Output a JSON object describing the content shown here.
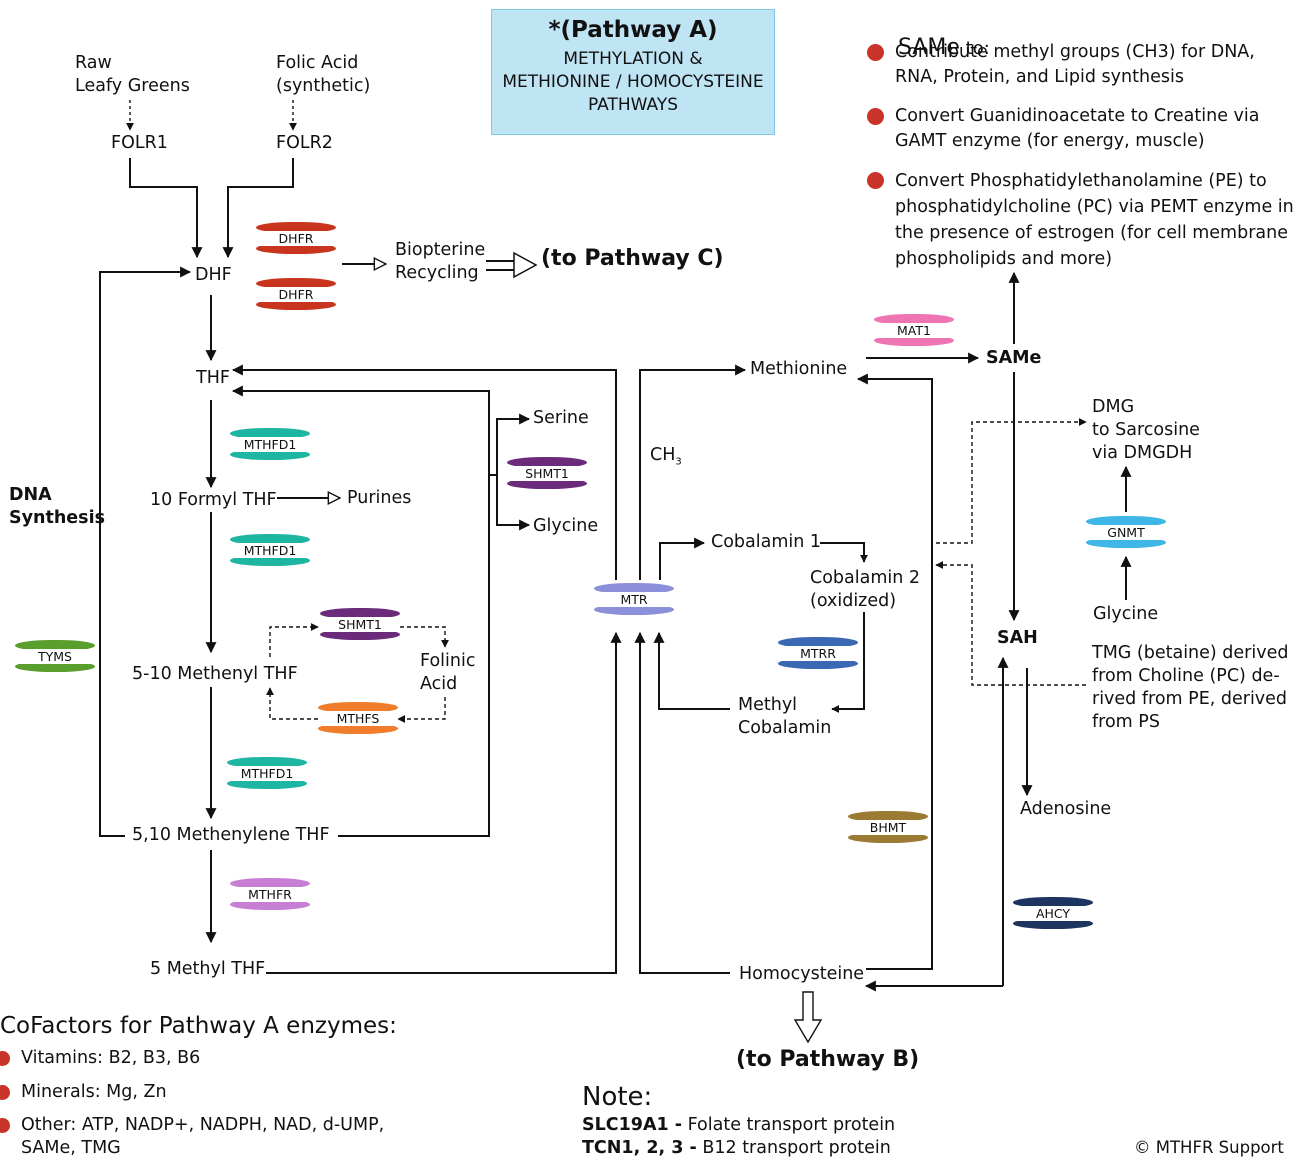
{
  "header": {
    "title": "*(Pathway A)",
    "subtitle": "METHYLATION &\nMETHIONINE / HOMOCYSTEINE\nPATHWAYS"
  },
  "same_box": {
    "title_main": "SAMe",
    "title_suffix": " to:",
    "items": [
      "Contribute methyl groups (CH3) for DNA,\nRNA, Protein, and Lipid synthesis",
      "Convert Guanidinoacetate to Creatine via\nGAMT enzyme (for energy, muscle)",
      "Convert Phosphatidylethanolamine (PE) to\nphosphatidylcholine (PC) via PEMT enzyme in\nthe presence of estrogen (for cell membrane\nphospholipids and more)"
    ]
  },
  "nodes": {
    "raw_greens": "Raw\nLeafy Greens",
    "folic_synth": "Folic Acid\n(synthetic)",
    "folr1": "FOLR1",
    "folr2": "FOLR2",
    "dhf": "DHF",
    "biopterine": "Biopterine\nRecycling",
    "to_pathway_c": "(to Pathway C)",
    "thf": "THF",
    "serine": "Serine",
    "glycine_left": "Glycine",
    "ch3": "CH",
    "ch3_sub": "3",
    "formyl": "10 Formyl THF",
    "purines": "Purines",
    "dna_synthesis": "DNA\nSynthesis",
    "methenyl": "5-10 Methenyl THF",
    "folinic": "Folinic\nAcid",
    "methylene": "5,10 Methenylene THF",
    "methyl_thf": "5 Methyl THF",
    "methionine": "Methionine",
    "same": "SAMe",
    "sah": "SAH",
    "adenosine": "Adenosine",
    "cobalamin1": "Cobalamin 1",
    "cobalamin2": "Cobalamin 2\n(oxidized)",
    "methylcobalamin": "Methyl\nCobalamin",
    "homocysteine": "Homocysteine",
    "to_pathway_b": "(to Pathway B)",
    "dmg": "DMG\nto Sarcosine\nvia DMGDH",
    "glycine_right": "Glycine",
    "tmg": "TMG (betaine) derived\nfrom Choline (PC) de-\nrived from PE, derived\nfrom PS"
  },
  "enzymes": [
    {
      "label": "DHFR",
      "color": "#c9341f"
    },
    {
      "label": "DHFR",
      "color": "#c9341f"
    },
    {
      "label": "MTHFD1",
      "color": "#1fb5a3"
    },
    {
      "label": "SHMT1",
      "color": "#6b2a7a"
    },
    {
      "label": "MTHFD1",
      "color": "#1fb5a3"
    },
    {
      "label": "SHMT1",
      "color": "#6b2a7a"
    },
    {
      "label": "TYMS",
      "color": "#5a9e2e"
    },
    {
      "label": "MTHFS",
      "color": "#ef7d2b"
    },
    {
      "label": "MTHFD1",
      "color": "#1fb5a3"
    },
    {
      "label": "MTHFR",
      "color": "#c77fd4"
    },
    {
      "label": "MTR",
      "color": "#8c8fd9"
    },
    {
      "label": "MTRR",
      "color": "#3b68b3"
    },
    {
      "label": "MAT1",
      "color": "#ee74b3"
    },
    {
      "label": "GNMT",
      "color": "#3fb7e6"
    },
    {
      "label": "BHMT",
      "color": "#9b7a34"
    },
    {
      "label": "AHCY",
      "color": "#1d3360"
    }
  ],
  "cofactors": {
    "title": "CoFactors for Pathway A enzymes:",
    "items": [
      "Vitamins: B2, B3, B6",
      "Minerals: Mg, Zn",
      "Other: ATP, NADP+, NADPH, NAD, d-UMP,\nSAMe, TMG"
    ]
  },
  "note": {
    "title": "Note:",
    "items": [
      {
        "key": "SLC19A1 -",
        "value": " Folate transport protein"
      },
      {
        "key": "TCN1, 2, 3 -",
        "value": " B12 transport protein"
      }
    ]
  },
  "copyright": "© MTHFR Support",
  "colors": {
    "line": "#111111",
    "bullet": "#c8342a",
    "box_fill": "#bfe4f4"
  }
}
